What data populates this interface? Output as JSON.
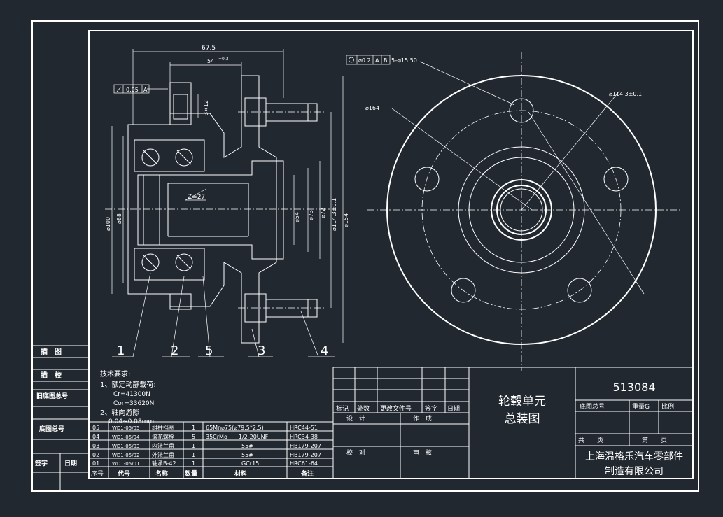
{
  "colors": {
    "background": "#212830",
    "lines": "#ffffff"
  },
  "dimensions": {
    "overall_width": "67.5",
    "bearing_width": "54",
    "bearing_width_tol": "+0.3",
    "tolerance_frame_left": "0.05",
    "tolerance_frame_left_datum": "A",
    "bolt_gauge": "3×12",
    "dia_100": "⌀100",
    "dia_88": "⌀88",
    "dia_54": "⌀54",
    "dia_73": "⌀73",
    "dia_72": "⌀72",
    "dia_114_vertical": "⌀114.3±0.1",
    "dia_154_vertical": "⌀154",
    "tooth_count": "Z=27",
    "position_frame": "⌀0.2",
    "datum_a": "A",
    "datum_b": "B",
    "holes_spec": "5–⌀15.50",
    "dia_164": "⌀164",
    "pcd": "⌀114.3±0.1"
  },
  "balloons": [
    "1",
    "2",
    "5",
    "3",
    "4"
  ],
  "left_table": {
    "r1": "描　图",
    "r2": "描　校",
    "r3": "旧底图总号",
    "r4": "底图总号",
    "sign": "签字",
    "date": "日期"
  },
  "tech_req": {
    "title": "技术要求:",
    "item1": "1、额定动静载荷:",
    "cr": "Cr=41300N",
    "cor": "Cor=33620N",
    "item2": "2、轴向游隙",
    "item2_value": "0.04~0.08mm"
  },
  "bom": {
    "headers": [
      "序号",
      "代号",
      "名称",
      "数量",
      "材料",
      "备注"
    ],
    "rows": [
      {
        "no": "05",
        "code": "WD1-05/05",
        "name": "组柱挡圈",
        "qty": "1",
        "mat": "65Mn⌀75(⌀79.5*2.5)",
        "note": "HRC44-51"
      },
      {
        "no": "04",
        "code": "WD1-05/04",
        "name": "滚花螺栓",
        "qty": "5",
        "mat": "35CrMo　　1/2-20UNF",
        "note": "HRC34-38"
      },
      {
        "no": "03",
        "code": "WD1-05/03",
        "name": "内法兰盘",
        "qty": "1",
        "mat": "55#",
        "note": "HB179-207"
      },
      {
        "no": "02",
        "code": "WD1-05/02",
        "name": "外法兰盘",
        "qty": "1",
        "mat": "55#",
        "note": "HB179-207"
      },
      {
        "no": "01",
        "code": "WD1-05/01",
        "name": "轴承B-42",
        "qty": "1",
        "mat": "GCr15",
        "note": "HRC61-64"
      }
    ]
  },
  "title_block": {
    "rev_mark": "标记",
    "rev_place": "处数",
    "rev_doc": "更改文件号",
    "rev_sign": "签字",
    "rev_date": "日期",
    "design": "设　计",
    "make": "作　成",
    "check": "校　对",
    "review": "审　核",
    "title_line1": "轮毂单元",
    "title_line2": "总装图",
    "drawing_no": "513084",
    "base_no": "底图总号",
    "weight": "重量G",
    "scale": "比例",
    "total": "共　　页",
    "sheet": "第　　页",
    "company_line1": "上海温格乐汽车零部件",
    "company_line2": "制造有限公司"
  }
}
